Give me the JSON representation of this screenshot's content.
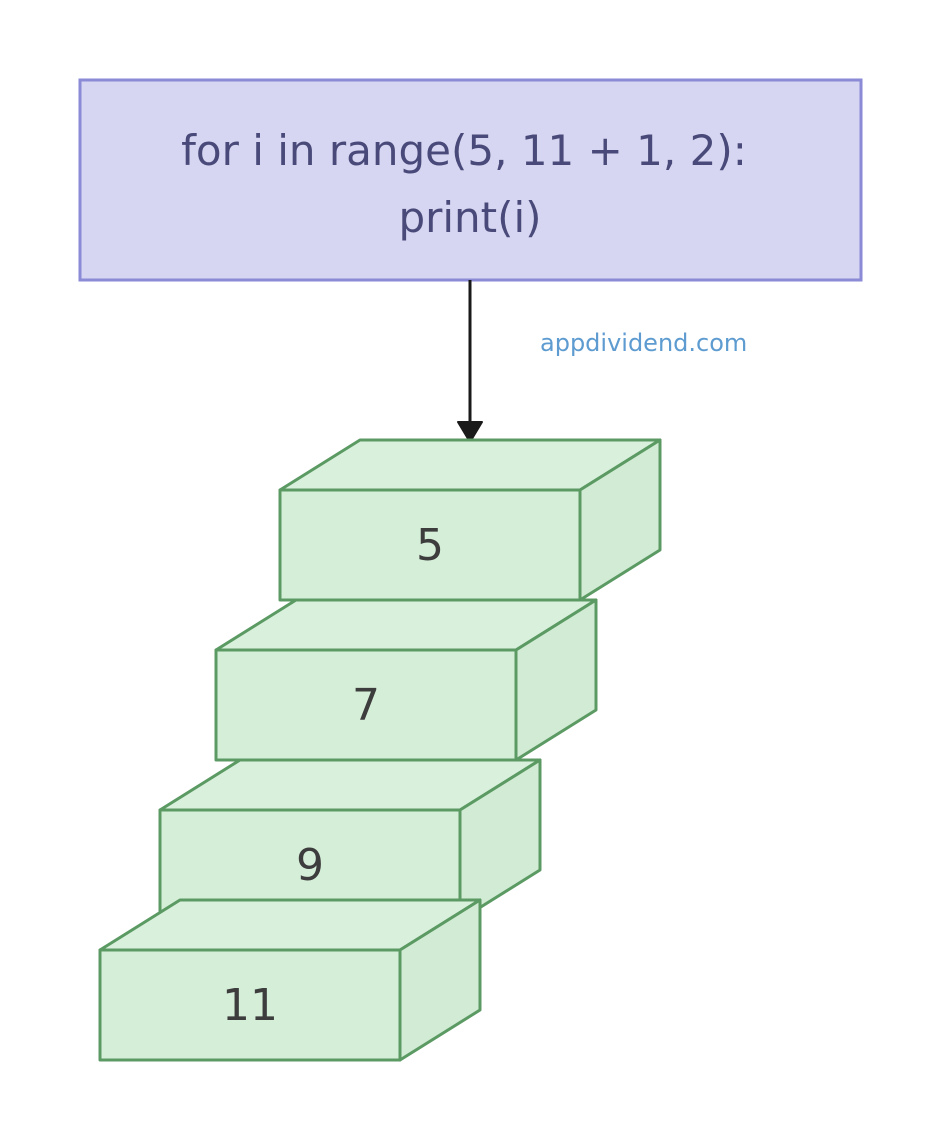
{
  "code_box": {
    "line1": "for i in range(5, 11 + 1, 2):",
    "line2": "print(i)",
    "fill": "#d6d6f2",
    "stroke": "#8a8ad6"
  },
  "watermark": "appdividend.com",
  "blocks": [
    {
      "label": "5"
    },
    {
      "label": "7"
    },
    {
      "label": "9"
    },
    {
      "label": "11"
    }
  ],
  "colors": {
    "block_fill": "#d5eed8",
    "block_stroke": "#5b9a63",
    "arrow": "#1a1a1a",
    "watermark": "#5d9bd0",
    "code_text": "#4a4a7a"
  }
}
